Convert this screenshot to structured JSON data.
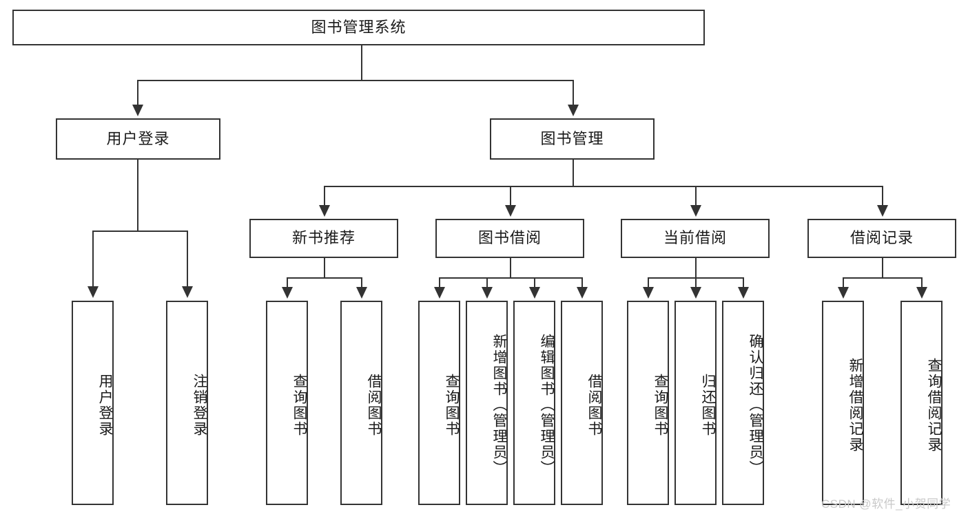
{
  "diagram": {
    "title": "图书管理系统",
    "type": "hierarchy-tree",
    "root": {
      "label": "图书管理系统"
    },
    "level2": [
      {
        "label": "用户登录"
      },
      {
        "label": "图书管理"
      }
    ],
    "level3": [
      {
        "label": "新书推荐"
      },
      {
        "label": "图书借阅"
      },
      {
        "label": "当前借阅"
      },
      {
        "label": "借阅记录"
      }
    ],
    "leaves": {
      "user_login": [
        {
          "label": "用户登录"
        },
        {
          "label": "注销登录"
        }
      ],
      "new_book_recommend": [
        {
          "label": "查询图书"
        },
        {
          "label": "借阅图书"
        }
      ],
      "book_borrow": [
        {
          "label": "查询图书"
        },
        {
          "label": "新增图书（管理员）"
        },
        {
          "label": "编辑图书（管理员）"
        },
        {
          "label": "借阅图书"
        }
      ],
      "current_borrow": [
        {
          "label": "查询图书"
        },
        {
          "label": "归还图书"
        },
        {
          "label": "确认归还（管理员）"
        }
      ],
      "borrow_record": [
        {
          "label": "新增借阅记录"
        },
        {
          "label": "查询借阅记录"
        }
      ]
    }
  },
  "watermark": {
    "text": "CSDN @软件_小贺同学",
    "color": "#c9c9c9"
  },
  "style": {
    "line_color": "#333333",
    "box_fill": "#ffffff",
    "text_color": "#1a1a1a"
  }
}
